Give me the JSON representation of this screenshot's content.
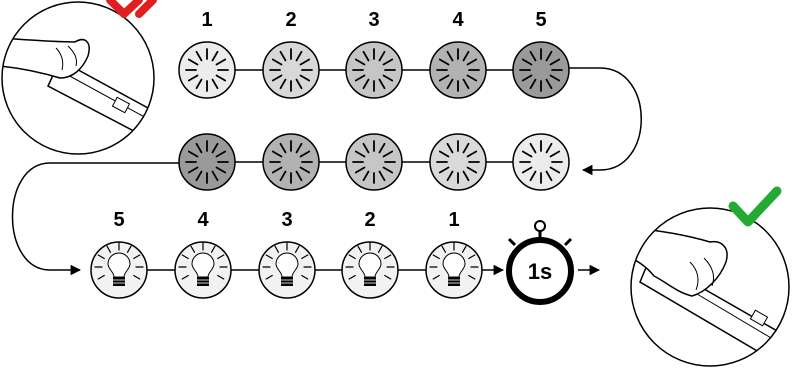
{
  "top_row": {
    "labels": [
      "1",
      "2",
      "3",
      "4",
      "5"
    ],
    "fills": [
      "#ececec",
      "#d8d8d8",
      "#c6c6c6",
      "#b2b2b2",
      "#9a9a9a"
    ]
  },
  "middle_row": {
    "fills": [
      "#9a9a9a",
      "#b2b2b2",
      "#c6c6c6",
      "#dadada",
      "#ececec"
    ]
  },
  "bottom_row": {
    "labels": [
      "5",
      "4",
      "3",
      "2",
      "1"
    ],
    "fill": "#f2f2f2"
  },
  "timer": {
    "label": "1s"
  },
  "status": {
    "fail_color": "#e02020",
    "ok_color": "#22aa33"
  }
}
